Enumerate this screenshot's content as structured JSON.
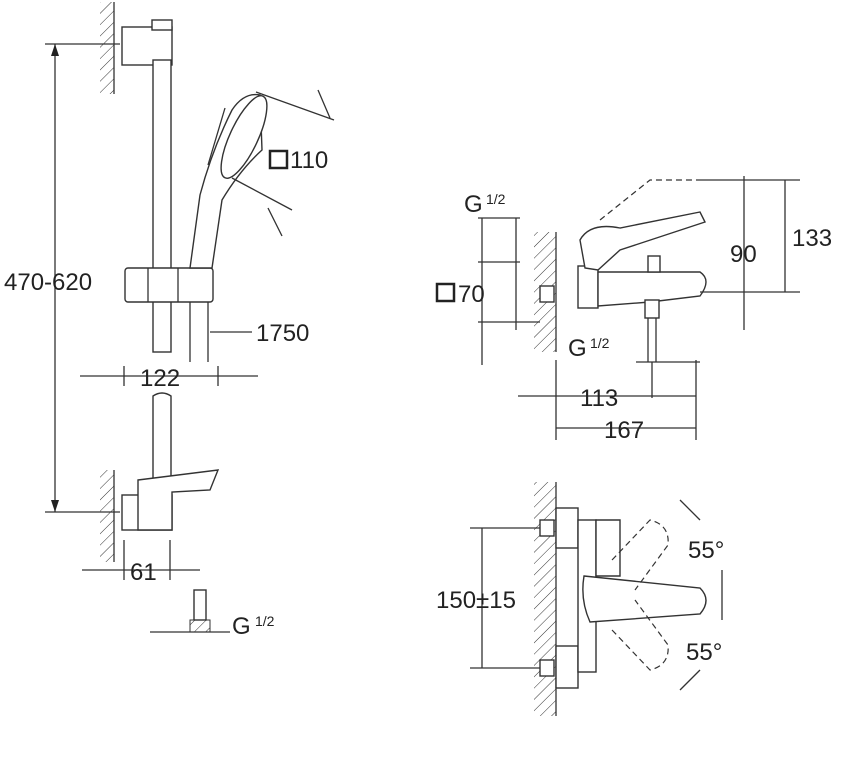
{
  "labels": {
    "rail_height": "470-620",
    "head_size": "110",
    "hose_length": "1750",
    "slider_offset": "122",
    "wall_depth": "61",
    "hose_thread_g": "G",
    "hose_thread_frac": "1/2",
    "inlet_thread_g": "G",
    "inlet_thread_frac": "1/2",
    "outlet_thread_g": "G",
    "outlet_thread_frac": "1/2",
    "flange_size": "70",
    "height_total": "133",
    "height_spout": "90",
    "spout_projection": "113",
    "overall_projection": "167",
    "inlet_centers": "150±15",
    "angle_up": "55°",
    "angle_down": "55°"
  }
}
